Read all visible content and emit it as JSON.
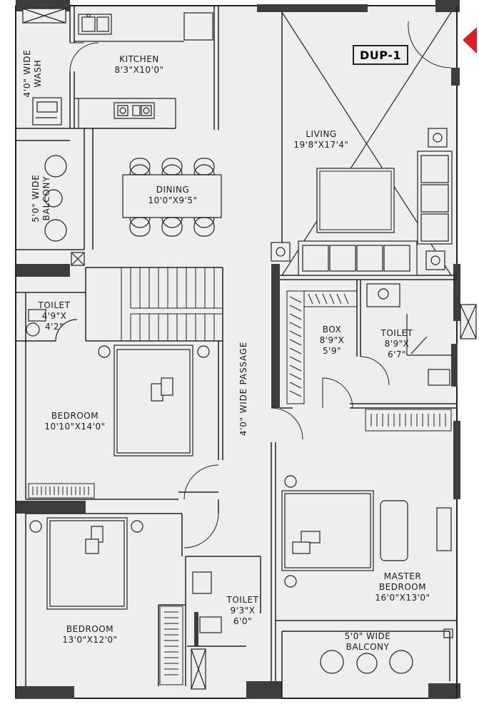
{
  "badge": "DUP-1",
  "rooms": {
    "kitchen": {
      "name": "KITCHEN",
      "size": "8'3\"X10'0\""
    },
    "wash": {
      "name": "4'0\" WIDE",
      "sub": "WASH"
    },
    "living": {
      "name": "LIVING",
      "size": "19'8\"X17'4\""
    },
    "dining": {
      "name": "DINING",
      "size": "10'0\"X9'5\""
    },
    "balcony_left": {
      "name": "5'0\" WIDE",
      "sub": "BALCONY"
    },
    "toilet_left": {
      "name": "TOILET",
      "size1": "4'9\"X",
      "size2": "4'2\""
    },
    "bedroom_1": {
      "name": "BEDROOM",
      "size": "10'10\"X14'0\""
    },
    "box": {
      "name": "BOX",
      "size1": "8'9\"X",
      "size2": "5'9\""
    },
    "toilet_right": {
      "name": "TOILET",
      "size1": "8'9\"X",
      "size2": "6'7\""
    },
    "passage": {
      "name": "4'0\" WIDE PASSAGE"
    },
    "bedroom_2": {
      "name": "BEDROOM",
      "size": "13'0\"X12'0\""
    },
    "toilet_bottom": {
      "name": "TOILET",
      "size1": "9'3\"X",
      "size2": "6'0\""
    },
    "master": {
      "name": "MASTER",
      "sub": "BEDROOM",
      "size": "16'0\"X13'0\""
    },
    "balcony_bottom": {
      "name": "5'0\" WIDE",
      "sub": "BALCONY"
    }
  },
  "colors": {
    "floor": "#eeeeee",
    "wall": "#333333",
    "wall_solid": "#3d3d3d",
    "line": "#222222",
    "entry_arrow": "#e31b23"
  }
}
